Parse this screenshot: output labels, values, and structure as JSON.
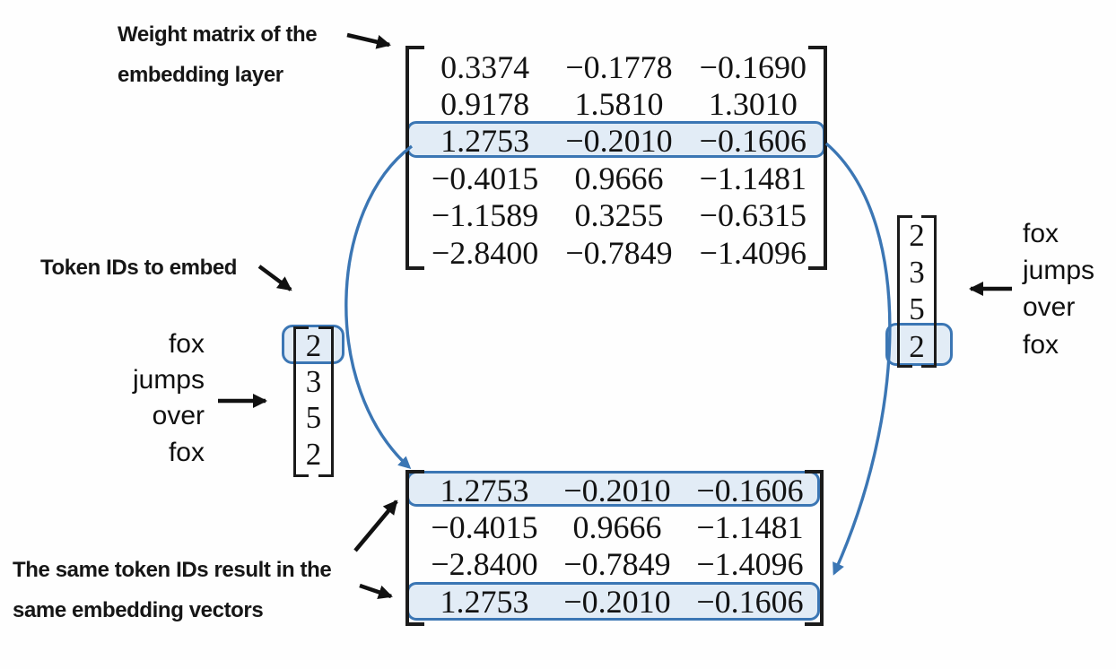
{
  "diagram": {
    "labels": {
      "weight_matrix_lines": [
        "Weight matrix of the",
        "embedding layer"
      ],
      "token_ids": "Token IDs to embed",
      "same_embedding_lines": [
        "The same token IDs result in the",
        "same embedding vectors"
      ]
    },
    "weight_matrix": {
      "rows": [
        [
          "0.3374",
          "−0.1778",
          "−0.1690"
        ],
        [
          "0.9178",
          "1.5810",
          "1.3010"
        ],
        [
          "1.2753",
          "−0.2010",
          "−0.1606"
        ],
        [
          "−0.4015",
          "0.9666",
          "−1.1481"
        ],
        [
          "−1.1589",
          "0.3255",
          "−0.6315"
        ],
        [
          "−2.8400",
          "−0.7849",
          "−1.4096"
        ]
      ],
      "highlighted_row_index": 2
    },
    "left_tokens": {
      "words": [
        "fox",
        "jumps",
        "over",
        "fox"
      ],
      "ids": [
        "2",
        "3",
        "5",
        "2"
      ],
      "highlighted_index": 0
    },
    "right_tokens": {
      "words": [
        "fox",
        "jumps",
        "over",
        "fox"
      ],
      "ids": [
        "2",
        "3",
        "5",
        "2"
      ],
      "highlighted_index": 3
    },
    "output_matrix": {
      "rows": [
        [
          "1.2753",
          "−0.2010",
          "−0.1606"
        ],
        [
          "−0.4015",
          "0.9666",
          "−1.1481"
        ],
        [
          "−2.8400",
          "−0.7849",
          "−1.4096"
        ],
        [
          "1.2753",
          "−0.2010",
          "−0.1606"
        ]
      ],
      "highlighted_row_indices": [
        0,
        3
      ]
    },
    "colors": {
      "accent_blue": "#3b76b4",
      "highlight_fill": "#dce7f2",
      "text_black": "#131313"
    }
  }
}
